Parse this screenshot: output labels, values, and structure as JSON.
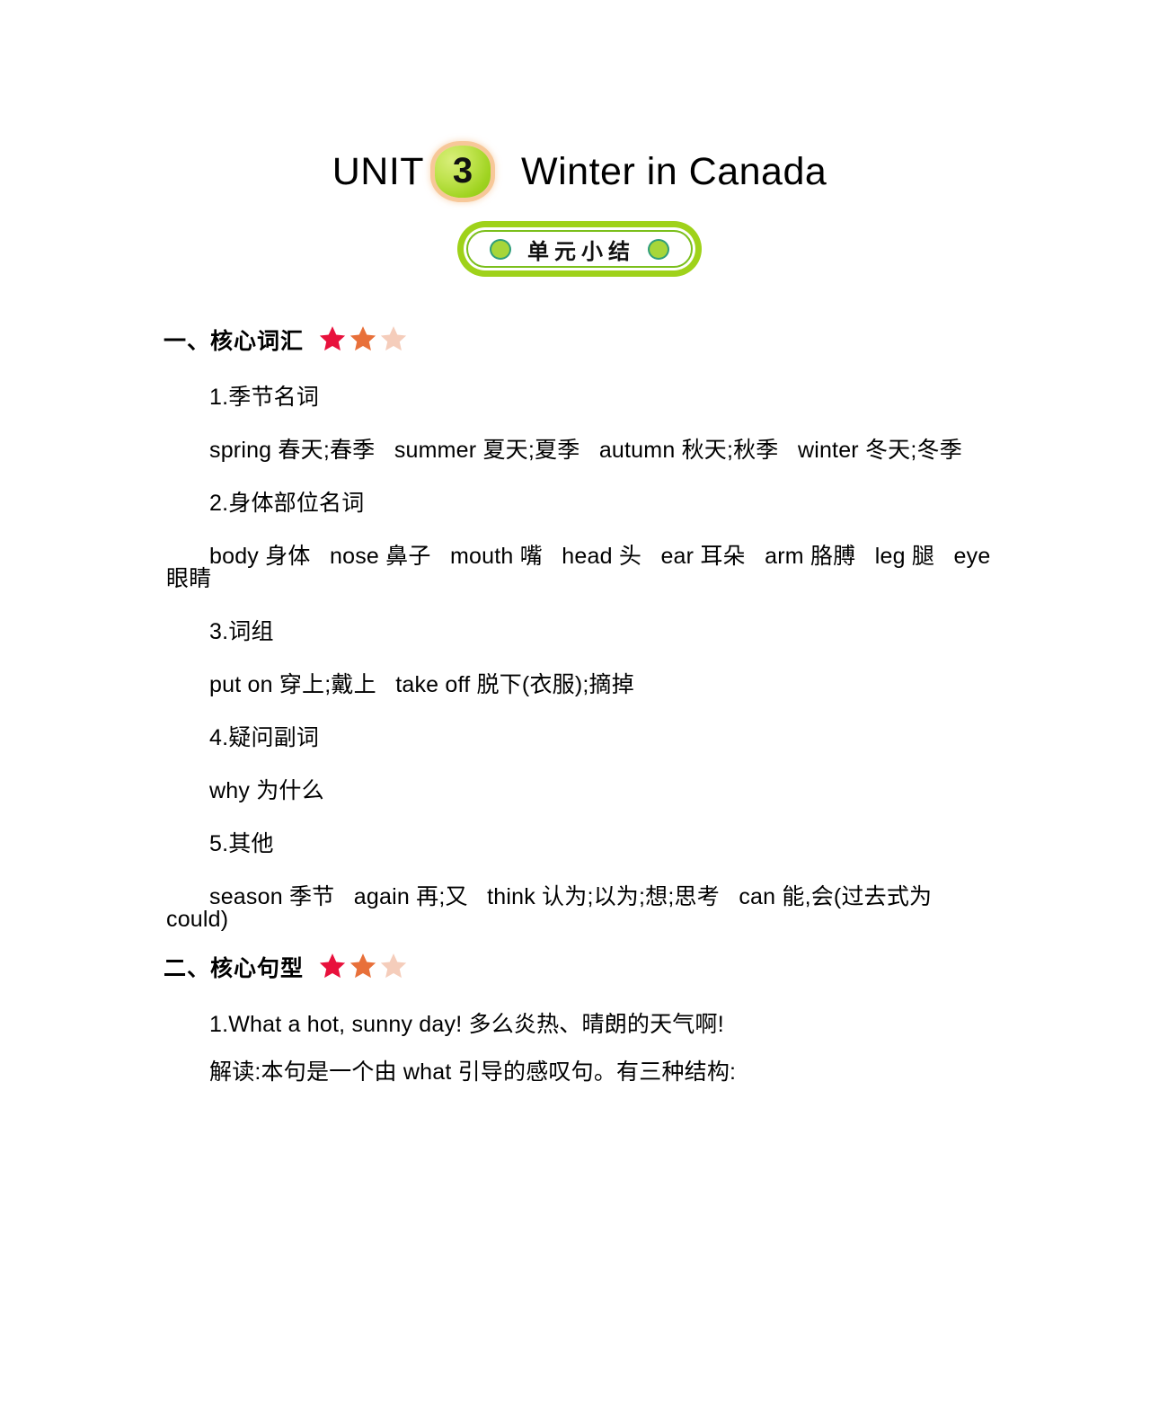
{
  "document": {
    "title": {
      "unit_label": "UNIT",
      "unit_number": "3",
      "unit_name": "Winter in Canada"
    },
    "badge": {
      "text": "单元小结",
      "dot_icon": "circle-icon"
    },
    "star_colors": {
      "filled": "#e8113c",
      "half": "#e8703a",
      "empty": "#f5cdbb"
    },
    "sections": [
      {
        "heading": "一、核心词汇",
        "rating": 3,
        "items": [
          {
            "label": "1.季节名词"
          },
          {
            "text": "spring 春天;春季   summer 夏天;夏季   autumn 秋天;秋季   winter 冬天;冬季"
          },
          {
            "label": "2.身体部位名词"
          },
          {
            "text": "body 身体   nose 鼻子   mouth 嘴   head 头   ear 耳朵   arm 胳膊   leg 腿   eye 眼睛"
          },
          {
            "label": "3.词组"
          },
          {
            "text": "put on 穿上;戴上   take off 脱下(衣服);摘掉"
          },
          {
            "label": "4.疑问副词"
          },
          {
            "text": "why 为什么"
          },
          {
            "label": "5.其他"
          },
          {
            "text": "season 季节   again 再;又   think 认为;以为;想;思考   can 能,会(过去式为could)"
          }
        ]
      },
      {
        "heading": "二、核心句型",
        "rating": 3,
        "items": [
          {
            "text": "1.What a hot, sunny day! 多么炎热、晴朗的天气啊!"
          },
          {
            "text": "解读:本句是一个由 what 引导的感叹句。有三种结构:"
          }
        ]
      }
    ]
  }
}
